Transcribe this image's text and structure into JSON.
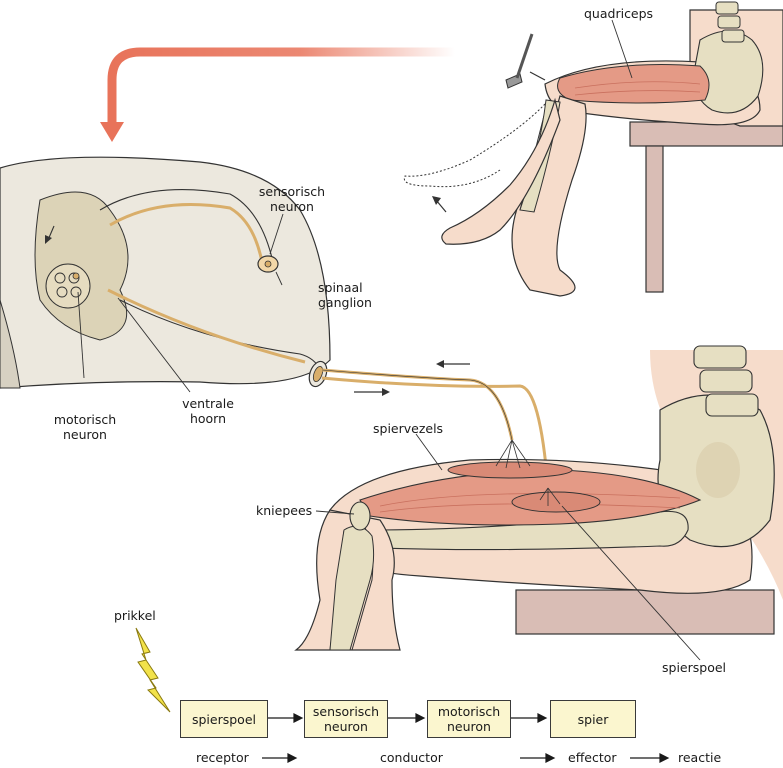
{
  "labels": {
    "quadriceps": "quadriceps",
    "sensorisch_neuron": [
      "sensorisch",
      "neuron"
    ],
    "spinaal_ganglion": [
      "spinaal",
      "ganglion"
    ],
    "motorisch_neuron": [
      "motorisch",
      "neuron"
    ],
    "ventrale_hoorn": [
      "ventrale",
      "hoorn"
    ],
    "spiervezels": "spiervezels",
    "kniepees": "kniepees",
    "spierspoel": "spierspoel",
    "prikkel": "prikkel"
  },
  "flow": {
    "boxes": [
      [
        "spierspoel"
      ],
      [
        "sensorisch",
        "neuron"
      ],
      [
        "motorisch",
        "neuron"
      ],
      [
        "spier"
      ]
    ],
    "bottom": {
      "receptor": "receptor",
      "conductor": "conductor",
      "effector": "effector",
      "reactie": "reactie"
    }
  },
  "colors": {
    "skin": "#f6dccb",
    "bone": "#e6dfc2",
    "muscle": "#e49a86",
    "muscle_dark": "#c9705e",
    "nerve": "#d9ae6a",
    "spinal_cord": "#ece8de",
    "seat": "#d9bdb5",
    "arrow": "#e8735a",
    "lightning": "#f2e24a",
    "box_fill": "#fbf6cf"
  }
}
